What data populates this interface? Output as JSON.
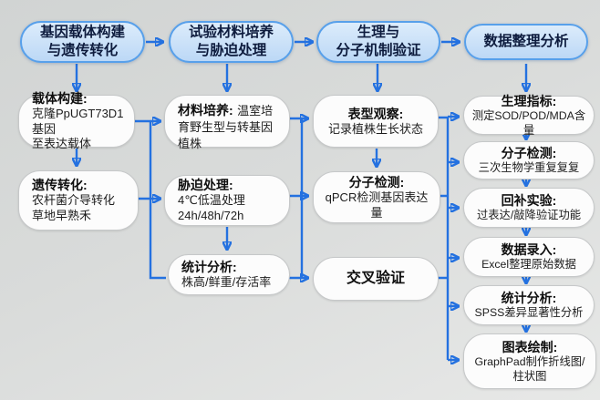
{
  "diagram_type": "experiment-workflow-flowchart",
  "colors": {
    "arrow": "#2471e0",
    "header_border": "#58a0ea",
    "header_fill_top": "#dcecfb",
    "header_fill_bottom": "#bcd8f6",
    "header_text": "#0e1c3e",
    "node_bg": "#fcfcfc",
    "node_border": "#c6c8c9",
    "node_text": "#1d1d1d",
    "background": "#d9dbda"
  },
  "headers": [
    {
      "line1": "基因载体构建",
      "line2": "与遗传转化"
    },
    {
      "line1": "试验材料培养",
      "line2": "与胁迫处理"
    },
    {
      "line1": "生理与",
      "line2": "分子机制验证"
    },
    {
      "line1": "数据整理分析",
      "line2": ""
    }
  ],
  "nodes": {
    "vector_construction": {
      "title": "载体构建:",
      "body": "克隆PpUGT73D1基因\n至表达载体"
    },
    "genetic_transformation": {
      "title": "遗传转化:",
      "body": "农杆菌介导转化\n草地早熟禾"
    },
    "material_culture": {
      "title": "材料培养:",
      "body": "温室培育野生型与转基因植株"
    },
    "stress_treatment": {
      "title": "胁迫处理:",
      "body": "4℃低温处理\n24h/48h/72h"
    },
    "statistical_analysis_growth": {
      "title": "统计分析:",
      "body": "株高/鲜重/存活率"
    },
    "phenotype_observation": {
      "title": "表型观察:",
      "body": "记录植株生长状态"
    },
    "molecular_detection_qpcr": {
      "title": "分子检测:",
      "body": "qPCR检测基因表达量"
    },
    "cross_validation": {
      "title": "交叉验证",
      "body": ""
    },
    "physiological_index": {
      "title": "生理指标:",
      "body": "测定SOD/POD/MDA含量"
    },
    "molecular_detection_replicates": {
      "title": "分子检测:",
      "body": "三次生物学重复复复"
    },
    "complementation_experiment": {
      "title": "回补实验:",
      "body": "过表达/敲降验证功能"
    },
    "data_entry": {
      "title": "数据录入:",
      "body": "Excel整理原始数据"
    },
    "statistical_analysis_spss": {
      "title": "统计分析:",
      "body": "SPSS差异显著性分析"
    },
    "chart_drawing": {
      "title": "图表绘制:",
      "body": "GraphPad制作折线图/\n柱状图"
    }
  },
  "edges": [
    {
      "from": "header-1",
      "to": "header-2"
    },
    {
      "from": "header-2",
      "to": "header-3"
    },
    {
      "from": "header-3",
      "to": "header-4"
    },
    {
      "from": "header-1",
      "to": "vector_construction"
    },
    {
      "from": "header-2",
      "to": "material_culture"
    },
    {
      "from": "header-3",
      "to": "phenotype_observation"
    },
    {
      "from": "header-4",
      "to": "physiological_index"
    },
    {
      "from": "vector_construction",
      "to": "genetic_transformation"
    },
    {
      "from": "vector_construction",
      "to": "material_culture"
    },
    {
      "from": "genetic_transformation",
      "to": "stress_treatment"
    },
    {
      "from": "stress_treatment",
      "to": "statistical_analysis_growth"
    },
    {
      "from": "material_culture",
      "to": "phenotype_observation"
    },
    {
      "from": "stress_treatment",
      "to": "molecular_detection_qpcr"
    },
    {
      "from": "statistical_analysis_growth",
      "to": "cross_validation"
    },
    {
      "from": "phenotype_observation",
      "to": "molecular_detection_qpcr"
    },
    {
      "from": "phenotype_observation",
      "to": "right-trunk"
    },
    {
      "from": "molecular_detection_qpcr",
      "to": "right-trunk"
    },
    {
      "from": "cross_validation",
      "to": "right-trunk"
    },
    {
      "from": "right-trunk",
      "to": "physiological_index"
    },
    {
      "from": "right-trunk",
      "to": "molecular_detection_replicates"
    },
    {
      "from": "right-trunk",
      "to": "complementation_experiment"
    },
    {
      "from": "right-trunk",
      "to": "data_entry"
    },
    {
      "from": "right-trunk",
      "to": "statistical_analysis_spss"
    },
    {
      "from": "right-trunk",
      "to": "chart_drawing"
    },
    {
      "from": "physiological_index",
      "to": "molecular_detection_replicates"
    },
    {
      "from": "molecular_detection_replicates",
      "to": "complementation_experiment"
    },
    {
      "from": "complementation_experiment",
      "to": "data_entry"
    },
    {
      "from": "data_entry",
      "to": "statistical_analysis_spss"
    },
    {
      "from": "statistical_analysis_spss",
      "to": "chart_drawing"
    }
  ]
}
